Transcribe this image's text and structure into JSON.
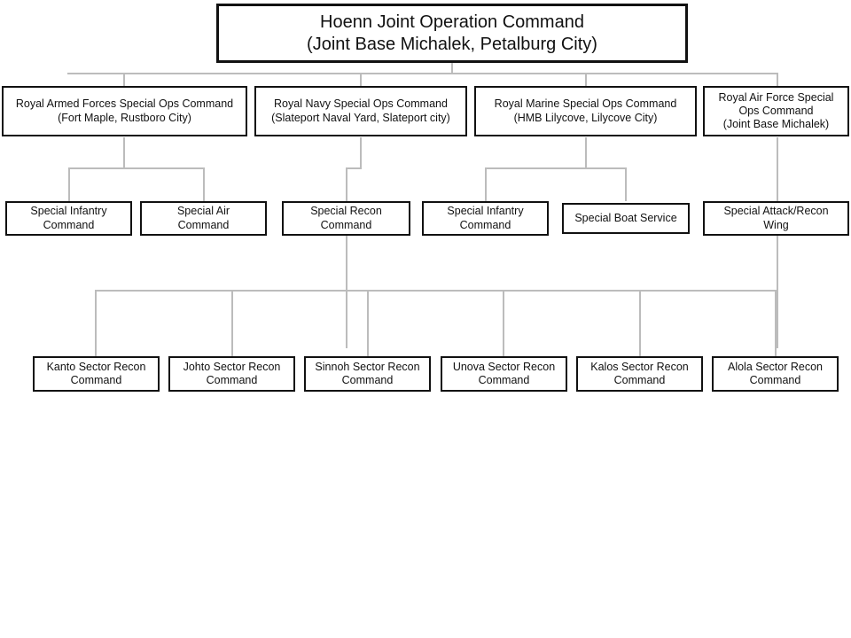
{
  "chart_data": {
    "type": "diagram",
    "title": "Hoenn Joint Operation Command",
    "diagram_kind": "organization-chart",
    "orientation": "top-down",
    "connector_color": "#bcbcbc",
    "node_border_color": "#111111",
    "background": "#ffffff",
    "levels": 4,
    "node_count": 17
  },
  "nodes": {
    "root": {
      "line1": "Hoenn Joint Operation Command",
      "line2": "(Joint Base Michalek, Petalburg City)",
      "text": "Hoenn Joint Operation Command\n(Joint Base Michalek, Petalburg City)"
    },
    "level1": [
      {
        "id": "rafsoc",
        "line1": "Royal Armed Forces Special Ops Command",
        "line2": "(Fort Maple, Rustboro City)",
        "text": "Royal Armed Forces Special Ops Command\n(Fort Maple, Rustboro City)"
      },
      {
        "id": "rnsoc",
        "line1": "Royal Navy Special Ops Command",
        "line2": "(Slateport Naval Yard, Slateport city)",
        "text": "Royal Navy Special Ops Command\n(Slateport Naval Yard, Slateport city)"
      },
      {
        "id": "rmsoc",
        "line1": "Royal Marine Special Ops Command",
        "line2": "(HMB Lilycove, Lilycove City)",
        "text": "Royal Marine Special Ops Command\n(HMB Lilycove, Lilycove City)"
      },
      {
        "id": "rafsoc-air",
        "line1": "Royal Air Force Special",
        "line2": "Ops Command",
        "line3": "(Joint Base Michalek)",
        "text": "Royal Air Force Special\nOps Command\n(Joint Base Michalek)"
      }
    ],
    "level2": [
      {
        "id": "army-infantry",
        "parent": "rafsoc",
        "text": "Special Infantry\nCommand"
      },
      {
        "id": "army-air",
        "parent": "rafsoc",
        "text": "Special Air\nCommand"
      },
      {
        "id": "navy-recon",
        "parent": "rnsoc",
        "text": "Special Recon\nCommand"
      },
      {
        "id": "marine-infantry",
        "parent": "rmsoc",
        "text": "Special Infantry\nCommand"
      },
      {
        "id": "marine-boat",
        "parent": "rmsoc",
        "text": "Special Boat Service"
      },
      {
        "id": "air-attack-recon",
        "parent": "rafsoc-air",
        "text": "Special Attack/Recon\nWing"
      }
    ],
    "level3": [
      {
        "id": "kanto",
        "text": "Kanto Sector Recon\nCommand"
      },
      {
        "id": "johto",
        "text": "Johto Sector Recon\nCommand"
      },
      {
        "id": "sinnoh",
        "text": "Sinnoh Sector Recon\nCommand"
      },
      {
        "id": "unova",
        "text": "Unova Sector Recon\nCommand"
      },
      {
        "id": "kalos",
        "text": "Kalos Sector Recon\nCommand"
      },
      {
        "id": "alola",
        "text": "Alola Sector Recon\nCommand"
      }
    ]
  }
}
